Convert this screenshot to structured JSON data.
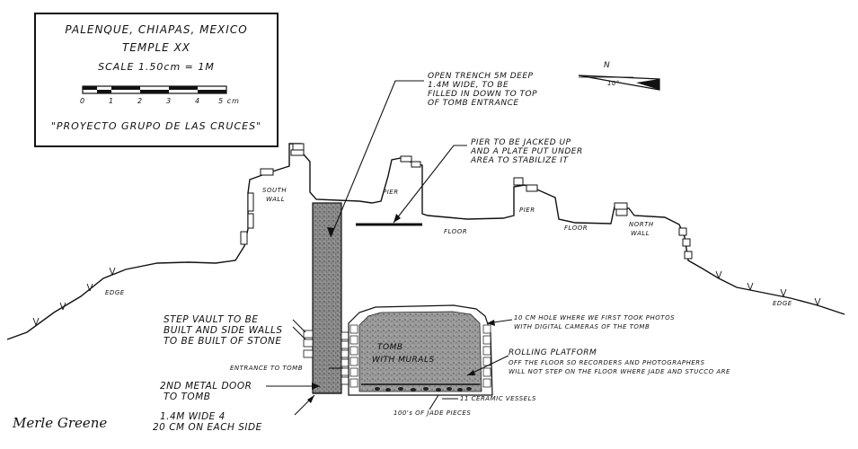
{
  "title_block": {
    "line1": "PALENQUE, CHIAPAS, MEXICO",
    "line2": "TEMPLE XX",
    "scale": "SCALE 1.50cm = 1M",
    "scale_ticks": [
      "0",
      "1",
      "2",
      "3",
      "4",
      "5 cm"
    ],
    "project": "\"PROYECTO GRUPO DE LAS CRUCES\""
  },
  "compass": {
    "north": "N",
    "angle": "10°"
  },
  "labels": {
    "trench_line1": "OPEN TRENCH 5M DEEP",
    "trench_line2": "1.4M WIDE, TO BE",
    "trench_line3": "FILLED IN DOWN TO TOP",
    "trench_line4": "OF TOMB ENTRANCE",
    "pier_jack_line1": "PIER TO BE JACKED UP",
    "pier_jack_line2": "AND A PLATE PUT UNDER",
    "pier_jack_line3": "AREA TO STABILIZE IT",
    "south_wall_1": "SOUTH",
    "south_wall_2": "WALL",
    "pier_left": "PIER",
    "pier_right": "PIER",
    "floor_1": "FLOOR",
    "floor_2": "FLOOR",
    "north_wall_1": "NORTH",
    "north_wall_2": "WALL",
    "edge_left": "EDGE",
    "edge_right": "EDGE",
    "step_vault_1": "STEP VAULT TO BE",
    "step_vault_2": "BUILT AND SIDE WALLS",
    "step_vault_3": "TO BE BUILT OF STONE",
    "entrance": "ENTRANCE TO TOMB",
    "metal_door_1": "2ND METAL DOOR",
    "metal_door_2": "TO TOMB",
    "wide_1": "1.4M WIDE 4",
    "wide_2": "20 CM ON EACH SIDE",
    "tomb_1": "TOMB",
    "tomb_2": "WITH MURALS",
    "hole_1": "10 CM HOLE WHERE WE FIRST TOOK PHOTOS",
    "hole_2": "WITH DIGITAL CAMERAS OF THE TOMB",
    "platform_1": "ROLLING PLATFORM",
    "platform_2": "OFF THE FLOOR SO RECORDERS AND PHOTOGRAPHERS",
    "platform_3": "WILL NOT STEP ON THE FLOOR WHERE JADE AND STUCCO ARE",
    "vessels": "11 CERAMIC VESSELS",
    "jade": "100's OF JADE PIECES"
  },
  "signature": "Merle Greene"
}
